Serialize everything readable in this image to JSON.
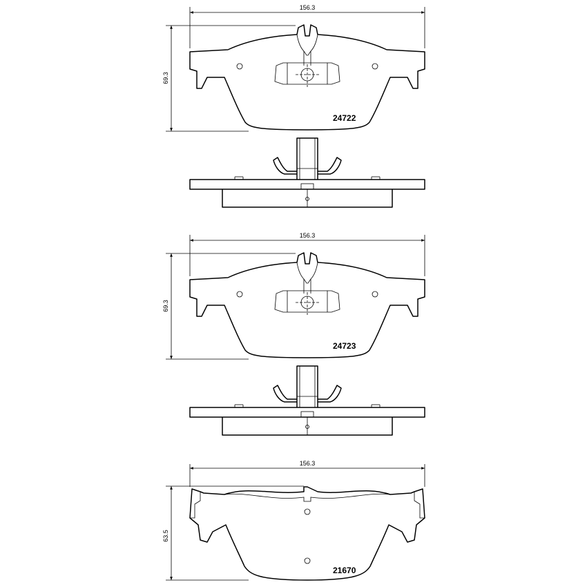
{
  "pads": [
    {
      "part_number": "24722",
      "width_label": "156.3",
      "height_label": "69.3"
    },
    {
      "part_number": "24723",
      "width_label": "156.3",
      "height_label": "69.3"
    },
    {
      "part_number": "21670",
      "width_label": "156.3",
      "height_label": "63.5"
    }
  ]
}
